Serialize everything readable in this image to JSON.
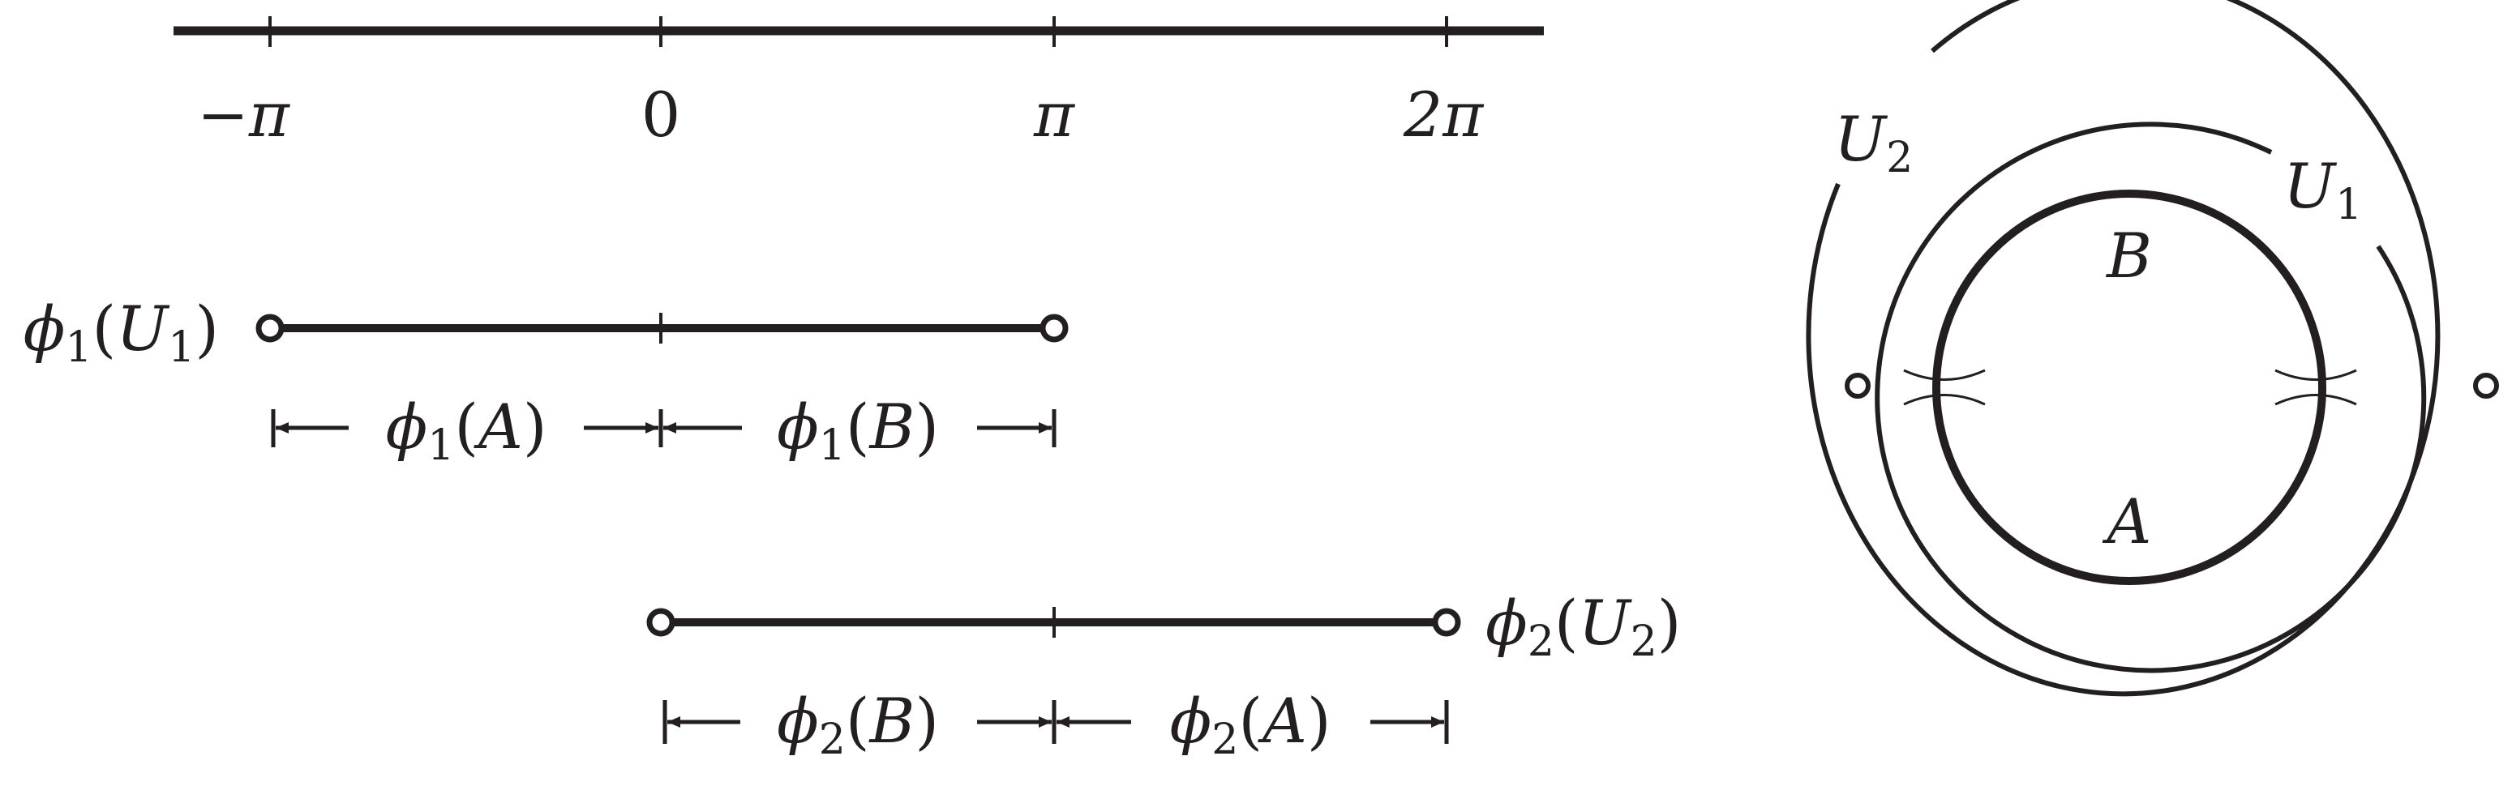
{
  "axis": {
    "ticks": [
      {
        "label": "−π"
      },
      {
        "label": "0"
      },
      {
        "label": "π"
      },
      {
        "label": "2π"
      }
    ]
  },
  "charts": {
    "chart1": {
      "name": "ϕ",
      "idx": "1",
      "set": "U",
      "set_idx": "1"
    },
    "chart2": {
      "name": "ϕ",
      "idx": "2",
      "set": "U",
      "set_idx": "2"
    }
  },
  "segments": {
    "seg1a": {
      "name": "ϕ",
      "idx": "1",
      "set": "A"
    },
    "seg1b": {
      "name": "ϕ",
      "idx": "1",
      "set": "B"
    },
    "seg2b": {
      "name": "ϕ",
      "idx": "2",
      "set": "B"
    },
    "seg2a": {
      "name": "ϕ",
      "idx": "2",
      "set": "A"
    }
  },
  "circle": {
    "outer_label": {
      "set": "U",
      "idx": "2"
    },
    "middle_label": {
      "set": "U",
      "idx": "1"
    },
    "upper_arc_label": "B",
    "lower_arc_label": "A"
  },
  "colors": {
    "ink": "#231f20",
    "background": "#ffffff"
  }
}
